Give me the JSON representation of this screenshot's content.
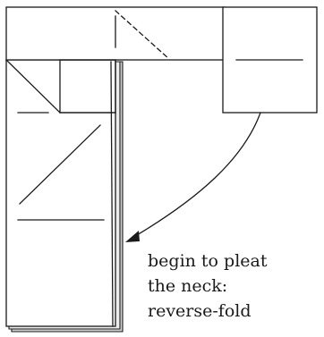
{
  "caption": {
    "lines": [
      "begin to pleat",
      "the neck:",
      "reverse-fold"
    ]
  },
  "colors": {
    "line": "#1a1a1a",
    "paper": "#ffffff",
    "shadow": "#cfcfcf"
  }
}
